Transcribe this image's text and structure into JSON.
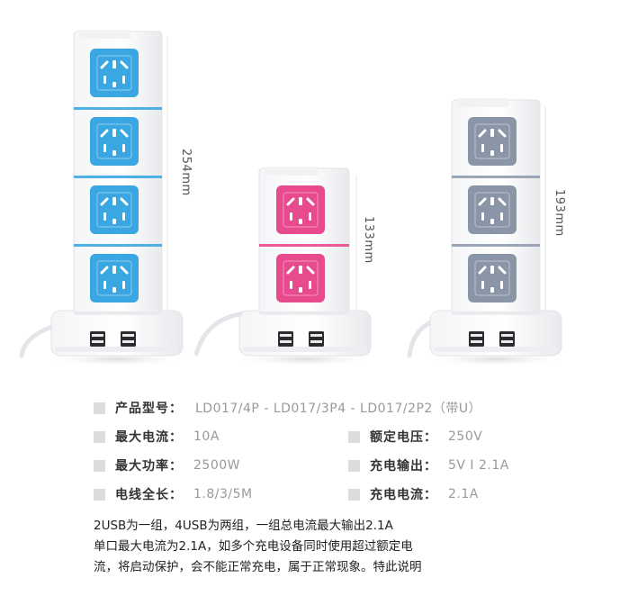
{
  "product_photo": {
    "towers": [
      {
        "name": "tower-4p",
        "sockets": 4,
        "color": "#3aa7e3",
        "band": "#4fb0e6",
        "height_label": "254mm"
      },
      {
        "name": "tower-2p2",
        "sockets": 2,
        "color": "#e84a8e",
        "band": "#e95a98",
        "height_label": "133mm"
      },
      {
        "name": "tower-3p4",
        "sockets": 3,
        "color": "#8a96a8",
        "band": "#9aa6b8",
        "height_label": "193mm"
      }
    ]
  },
  "specs": {
    "model": {
      "label": "产品型号：",
      "value": "LD017/4P - LD017/3P4 - LD017/2P2（带U）"
    },
    "max_current": {
      "label": "最大电流：",
      "value": "10A"
    },
    "rated_voltage": {
      "label": "额定电压：",
      "value": "250V"
    },
    "max_power": {
      "label": "最大功率：",
      "value": "2500W"
    },
    "charge_output": {
      "label": "充电输出：",
      "value": "5V I 2.1A"
    },
    "cable_length": {
      "label": "电线全长：",
      "value": "1.8/3/5M"
    },
    "charge_current": {
      "label": "充电电流：",
      "value": "2.1A"
    }
  },
  "notes": [
    "2USB为一组，4USB为两组，一组总电流最大输出2.1A",
    "单口最大电流为2.1A，如多个充电设备同时使用超过额定电",
    "流，将启动保护，会不能正常充电，属于正常现象。特此说明"
  ]
}
